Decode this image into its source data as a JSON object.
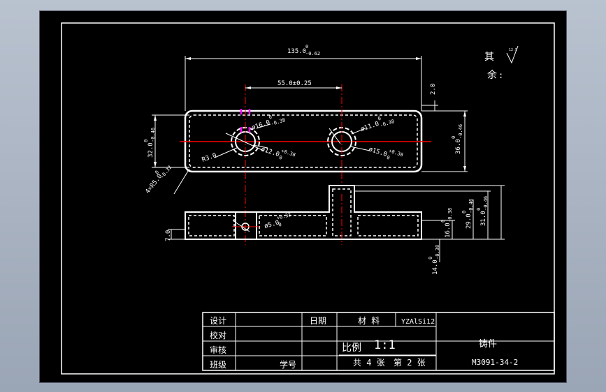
{
  "drawing": {
    "tolerance_note": {
      "qi": "其",
      "yu": "余",
      "colon": ":",
      "roughness_value": "12.5"
    },
    "dimensions": {
      "overall_length": {
        "base": "135.0",
        "upper": "0",
        "lower": "-0.62"
      },
      "hole_spacing": "55.0±0.25",
      "top_offset": "2.0",
      "outer_width": {
        "base": "32.0",
        "upper": "0",
        "lower": "-0.46"
      },
      "height_36": {
        "base": "36.0",
        "upper": "0",
        "lower": "-0.46"
      },
      "left_hole_outer": {
        "base": "ø16.0",
        "upper": "0",
        "lower": "-0.38"
      },
      "left_hole_inner": {
        "base": "ø12.0",
        "upper": "+0.38",
        "lower": "0"
      },
      "right_hole_outer": {
        "base": "ø11.0",
        "upper": "0",
        "lower": "-0.38"
      },
      "right_hole_inner": {
        "base": "ø15.0",
        "upper": "+0.38",
        "lower": "0"
      },
      "radius_r3": "R3.0",
      "corner_r5": {
        "base": "4×R5.0",
        "upper": "0",
        "lower": "-0.32"
      },
      "small_hole": {
        "base": "ø5.0",
        "upper": "+0.32",
        "lower": "0"
      },
      "height_7": "7.0",
      "height_16": {
        "base": "16.0",
        "upper": "0",
        "lower": "-0.38"
      },
      "height_29": {
        "base": "29.0",
        "upper": "0",
        "lower": "-0.46"
      },
      "height_31": {
        "base": "31.0",
        "upper": "0",
        "lower": "-0.46"
      },
      "rib_14": {
        "base": "14.0",
        "upper": "0",
        "lower": "-0.38"
      }
    }
  },
  "title_block": {
    "design": "设计",
    "check": "校对",
    "review": "审核",
    "class": "班级",
    "date": "日期",
    "student_no": "学号",
    "material_label": "材 料",
    "material_value": "YZAlSi12",
    "scale_label": "比例",
    "scale_value": "1:1",
    "sheet_total": "共 4 张",
    "sheet_current": "第 2 张",
    "part_name": "铸件",
    "drawing_no": "M3091-34-2"
  }
}
